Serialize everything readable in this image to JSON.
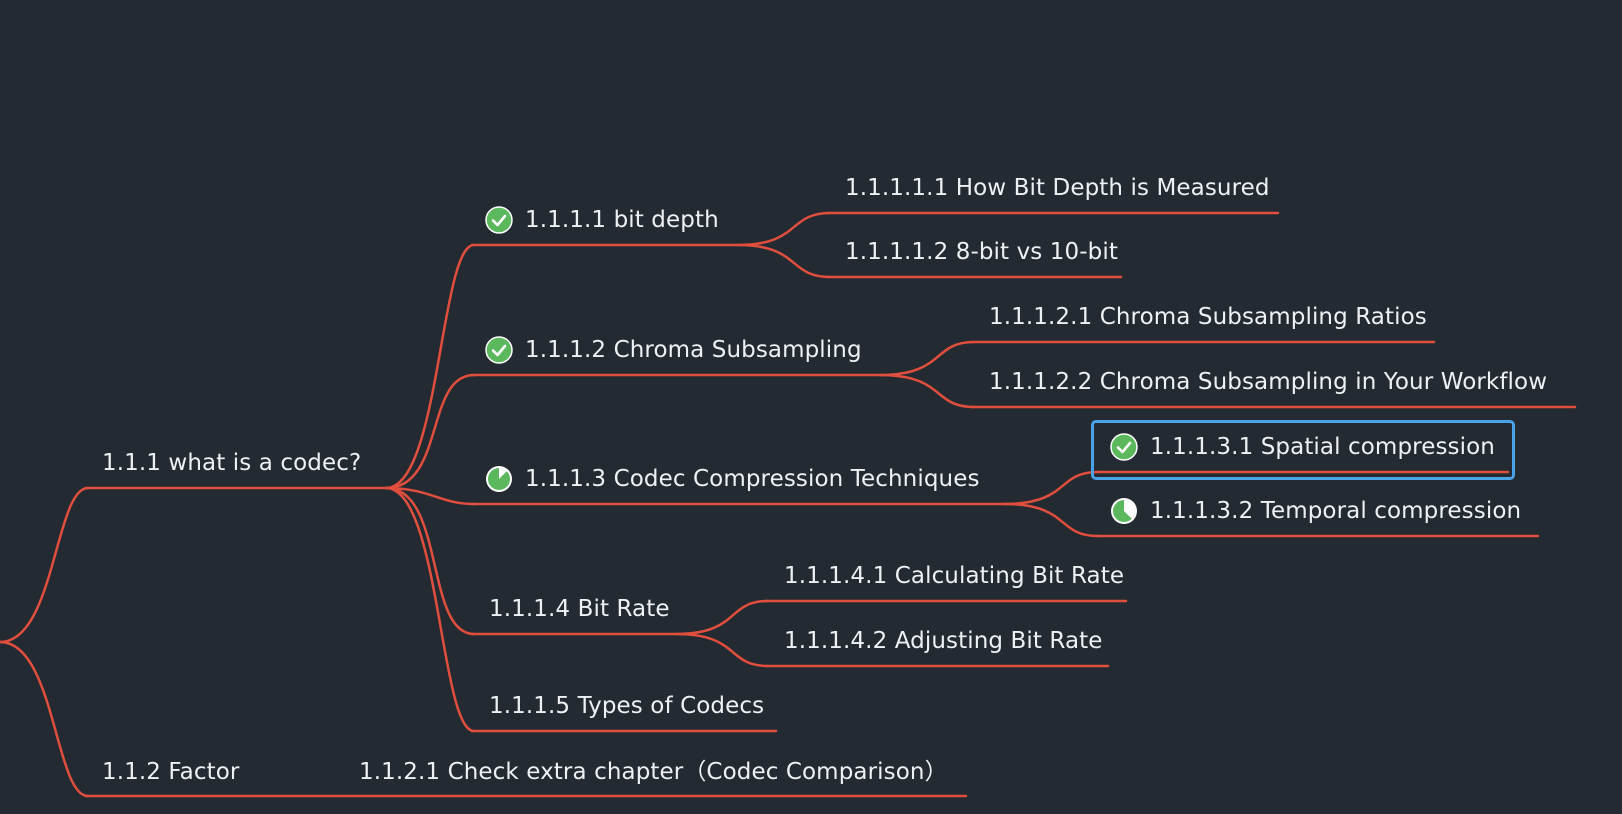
{
  "mindmap": {
    "colors": {
      "background": "#232a31",
      "branch_line": "#e04e3e",
      "text": "#eef1f4",
      "task_done": "#5cb85c",
      "selection": "#4aa3e6"
    },
    "nodes": {
      "n111": {
        "label": "1.1.1 what is a codec?",
        "task": "none"
      },
      "n1111": {
        "label": "1.1.1.1 bit depth",
        "task": "check-icon"
      },
      "n11111": {
        "label": "1.1.1.1.1 How Bit Depth is Measured",
        "task": "none"
      },
      "n11112": {
        "label": "1.1.1.1.2 8-bit vs 10-bit",
        "task": "none"
      },
      "n1112": {
        "label": "1.1.1.2 Chroma Subsampling",
        "task": "check-icon"
      },
      "n11121": {
        "label": "1.1.1.2.1 Chroma Subsampling Ratios",
        "task": "none"
      },
      "n11122": {
        "label": "1.1.1.2.2 Chroma Subsampling in Your Workflow",
        "task": "none"
      },
      "n1113": {
        "label": "1.1.1.3 Codec Compression Techniques",
        "task": "progress-icon",
        "progress": 0.125
      },
      "n11131": {
        "label": "1.1.1.3.1 Spatial compression",
        "task": "check-icon",
        "selected": true
      },
      "n11132": {
        "label": "1.1.1.3.2 Temporal compression",
        "task": "progress-icon",
        "progress": 0.375
      },
      "n1114": {
        "label": "1.1.1.4 Bit Rate",
        "task": "none"
      },
      "n11141": {
        "label": "1.1.1.4.1 Calculating Bit Rate",
        "task": "none"
      },
      "n11142": {
        "label": "1.1.1.4.2 Adjusting Bit Rate",
        "task": "none"
      },
      "n1115": {
        "label": "1.1.1.5 Types of Codecs",
        "task": "none"
      },
      "n112": {
        "label": "1.1.2 Factor",
        "task": "none"
      },
      "n1121": {
        "label": "1.1.2.1 Check extra chapter（Codec Comparison）",
        "task": "none"
      }
    }
  }
}
